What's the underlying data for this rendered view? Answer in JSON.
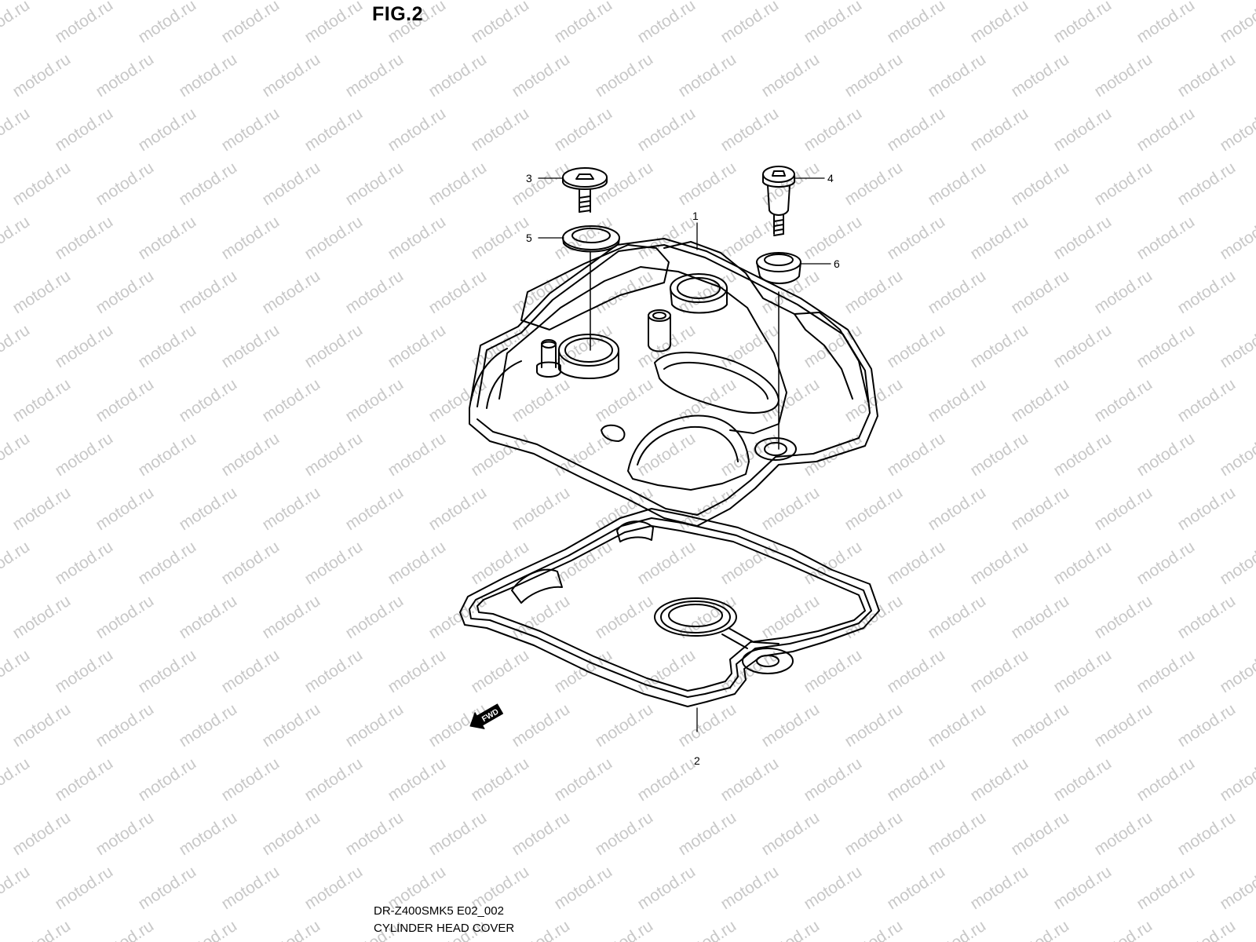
{
  "figure": {
    "label": "FIG.2"
  },
  "caption": {
    "model_code": "DR-Z400SMK5 E02_002",
    "title": "CYLINDER HEAD COVER"
  },
  "callouts": [
    {
      "id": "1",
      "part": "cylinder-head-cover"
    },
    {
      "id": "2",
      "part": "cover-gasket"
    },
    {
      "id": "3",
      "part": "flange-bolt-left"
    },
    {
      "id": "4",
      "part": "flange-bolt-right"
    },
    {
      "id": "5",
      "part": "bolt-grommet-left"
    },
    {
      "id": "6",
      "part": "bolt-grommet-right"
    }
  ],
  "direction_marker": {
    "label": "FWD"
  },
  "watermark": {
    "text": "motod.ru"
  }
}
